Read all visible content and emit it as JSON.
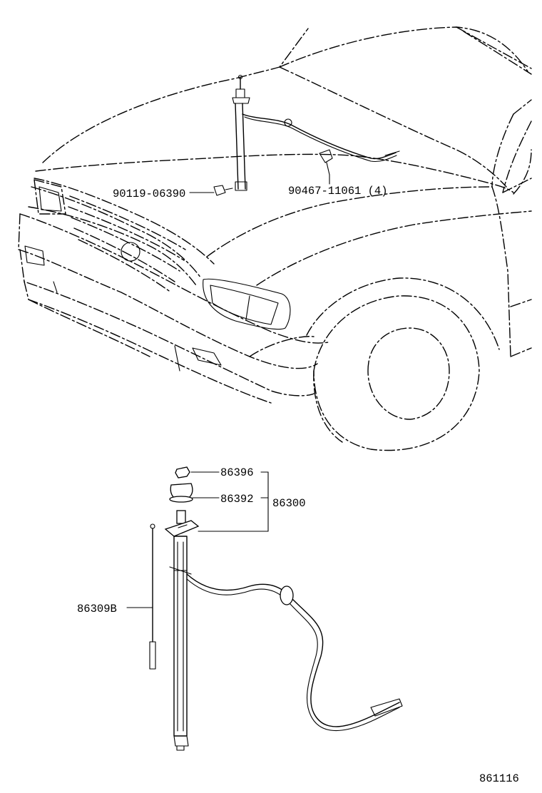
{
  "labels": {
    "bolt": "90119-06390",
    "clamp": "90467-11061 (4)",
    "nut": "86396",
    "pad": "86392",
    "assembly": "86300",
    "rod": "86309B"
  },
  "diagram_code": "861116"
}
